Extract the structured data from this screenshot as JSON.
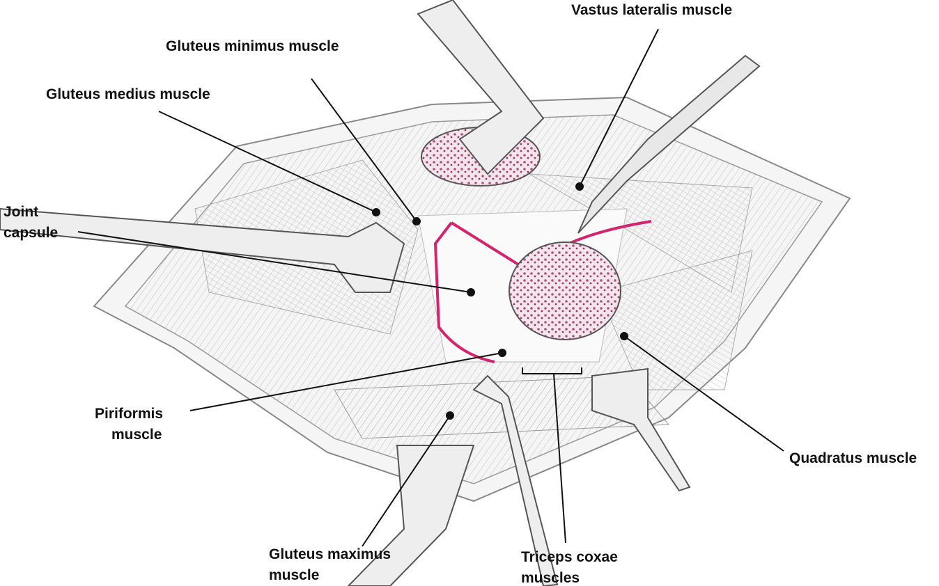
{
  "figure": {
    "labels": {
      "vastus_lateralis": "Vastus lateralis muscle",
      "gluteus_minimus": "Gluteus minimus muscle",
      "gluteus_medius": "Gluteus medius muscle",
      "joint_capsule": [
        "Joint",
        "capsule"
      ],
      "piriformis": [
        "Piriformis",
        "muscle"
      ],
      "quadratus": "Quadratus muscle",
      "gluteus_maximus": [
        "Gluteus maximus",
        "muscle"
      ],
      "triceps_coxae": [
        "Triceps coxae",
        "muscles"
      ]
    },
    "colors": {
      "incision": "#d4246e",
      "bone": "#b0517e",
      "line": "#111111",
      "tissue": "#9a9a9a"
    }
  }
}
